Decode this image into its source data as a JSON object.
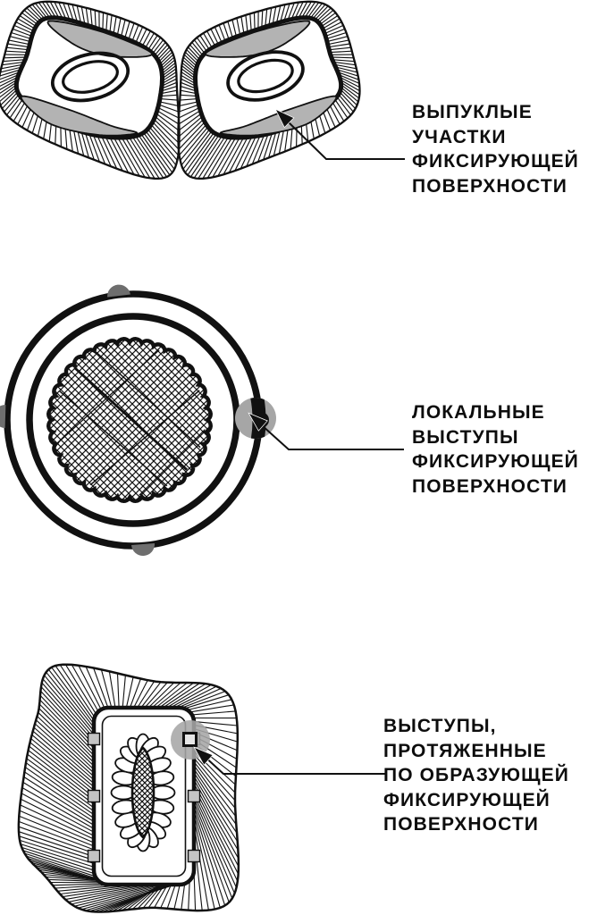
{
  "figures": {
    "convex": {
      "label_lines": [
        "ВЫПУКЛЫЕ",
        "УЧАСТКИ",
        "ФИКСИРУЮЩЕЙ",
        "ПОВЕРХНОСТИ"
      ]
    },
    "local": {
      "label_lines": [
        "ЛОКАЛЬНЫЕ",
        "ВЫСТУПЫ",
        "ФИКСИРУЮЩЕЙ",
        "ПОВЕРХНОСТИ"
      ]
    },
    "extended": {
      "label_lines": [
        "ВЫСТУПЫ,",
        "ПРОТЯЖЕННЫЕ",
        "ПО ОБРАЗУЮЩЕЙ",
        "ФИКСИРУЮЩЕЙ",
        "ПОВЕРХНОСТИ"
      ]
    }
  },
  "colors": {
    "ink": "#111111",
    "shade_gray": "#b3b3b3",
    "bump_gray": "#6e6e6e",
    "tab_gray": "#c4c4c4",
    "highlight_gray": "#a6a6a6",
    "background": "#ffffff"
  }
}
